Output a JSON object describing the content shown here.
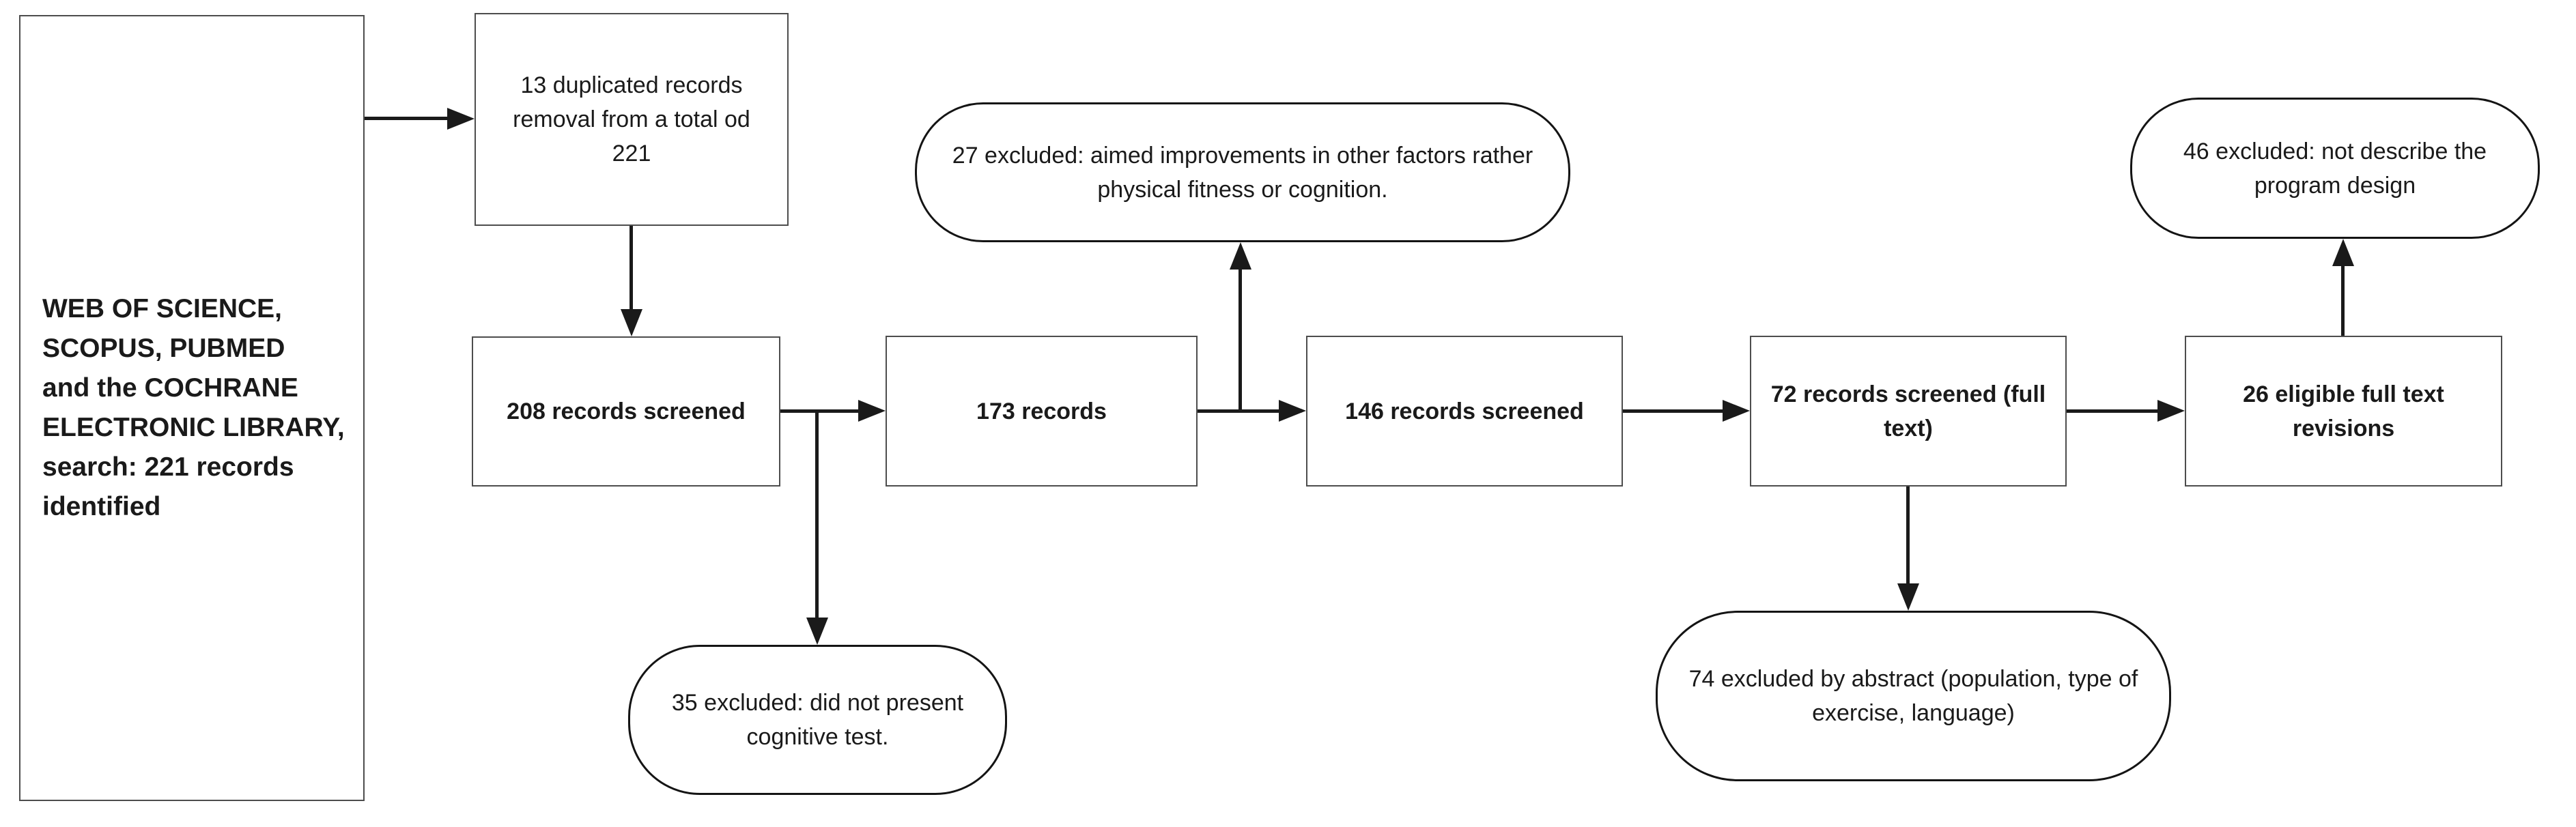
{
  "diagram": {
    "type": "flowchart",
    "colors": {
      "background": "#ffffff",
      "line": "#1a1a1a",
      "rect_border": "#4d4d4d",
      "bubble_border": "#141414",
      "text": "#1a1a1a"
    },
    "nodes": {
      "source": {
        "shape": "rect",
        "text": "WEB OF SCIENCE,\nSCOPUS, PUBMED\nand the COCHRANE\nELECTRONIC LIBRARY,\nsearch: 221 records\nidentified"
      },
      "duplicates_removed": {
        "shape": "rect",
        "text": "13 duplicated records\nremoval from a total od\n221"
      },
      "screened_208": {
        "shape": "rect",
        "text": "208 records screened"
      },
      "records_173": {
        "shape": "rect",
        "text": "173 records"
      },
      "excluded_27": {
        "shape": "stadium",
        "text": "27 excluded: aimed improvements in other factors rather\nphysical fitness or cognition."
      },
      "screened_146": {
        "shape": "rect",
        "text": "146 records screened"
      },
      "screened_72": {
        "shape": "rect",
        "text": "72 records screened (full\ntext)"
      },
      "eligible_26": {
        "shape": "rect",
        "text": "26 eligible full text\nrevisions"
      },
      "excluded_46": {
        "shape": "stadium",
        "text": "46 excluded: not describe the\nprogram design"
      },
      "excluded_35": {
        "shape": "stadium",
        "text": "35 excluded: did not present\ncognitive test."
      },
      "excluded_74": {
        "shape": "stadium",
        "text": "74 excluded by abstract (population, type of\nexercise, language)"
      }
    }
  }
}
